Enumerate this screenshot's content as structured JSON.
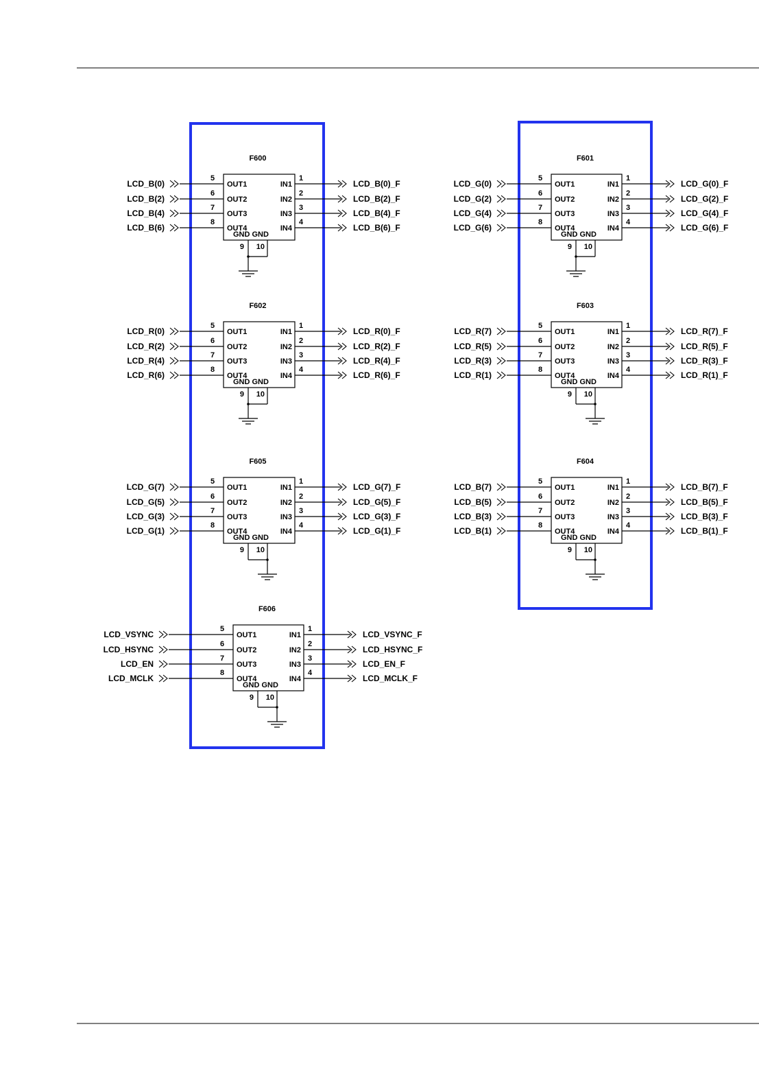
{
  "page": {
    "accent_color": "#2233ee"
  },
  "chips": [
    {
      "ref": "F600",
      "in_pins": [
        "LCD_B(0)",
        "LCD_B(2)",
        "LCD_B(4)",
        "LCD_B(6)"
      ],
      "out_pins": [
        "LCD_B(0)_F",
        "LCD_B(2)_F",
        "LCD_B(4)_F",
        "LCD_B(6)_F"
      ]
    },
    {
      "ref": "F601",
      "in_pins": [
        "LCD_G(0)",
        "LCD_G(2)",
        "LCD_G(4)",
        "LCD_G(6)"
      ],
      "out_pins": [
        "LCD_G(0)_F",
        "LCD_G(2)_F",
        "LCD_G(4)_F",
        "LCD_G(6)_F"
      ]
    },
    {
      "ref": "F602",
      "in_pins": [
        "LCD_R(0)",
        "LCD_R(2)",
        "LCD_R(4)",
        "LCD_R(6)"
      ],
      "out_pins": [
        "LCD_R(0)_F",
        "LCD_R(2)_F",
        "LCD_R(4)_F",
        "LCD_R(6)_F"
      ]
    },
    {
      "ref": "F603",
      "in_pins": [
        "LCD_R(7)",
        "LCD_R(5)",
        "LCD_R(3)",
        "LCD_R(1)"
      ],
      "out_pins": [
        "LCD_R(7)_F",
        "LCD_R(5)_F",
        "LCD_R(3)_F",
        "LCD_R(1)_F"
      ]
    },
    {
      "ref": "F605",
      "in_pins": [
        "LCD_G(7)",
        "LCD_G(5)",
        "LCD_G(3)",
        "LCD_G(1)"
      ],
      "out_pins": [
        "LCD_G(7)_F",
        "LCD_G(5)_F",
        "LCD_G(3)_F",
        "LCD_G(1)_F"
      ]
    },
    {
      "ref": "F604",
      "in_pins": [
        "LCD_B(7)",
        "LCD_B(5)",
        "LCD_B(3)",
        "LCD_B(1)"
      ],
      "out_pins": [
        "LCD_B(7)_F",
        "LCD_B(5)_F",
        "LCD_B(3)_F",
        "LCD_B(1)_F"
      ]
    },
    {
      "ref": "F606",
      "in_pins": [
        "LCD_VSYNC",
        "LCD_HSYNC",
        "LCD_EN",
        "LCD_MCLK"
      ],
      "out_pins": [
        "LCD_VSYNC_F",
        "LCD_HSYNC_F",
        "LCD_EN_F",
        "LCD_MCLK_F"
      ]
    }
  ],
  "pin_names": {
    "out": [
      "OUT1",
      "OUT2",
      "OUT3",
      "OUT4"
    ],
    "in": [
      "IN1",
      "IN2",
      "IN3",
      "IN4"
    ],
    "gnd": "GND GND"
  },
  "pin_numbers": {
    "left": [
      "5",
      "6",
      "7",
      "8"
    ],
    "right": [
      "1",
      "2",
      "3",
      "4"
    ],
    "bottom": [
      "9",
      "10"
    ]
  }
}
